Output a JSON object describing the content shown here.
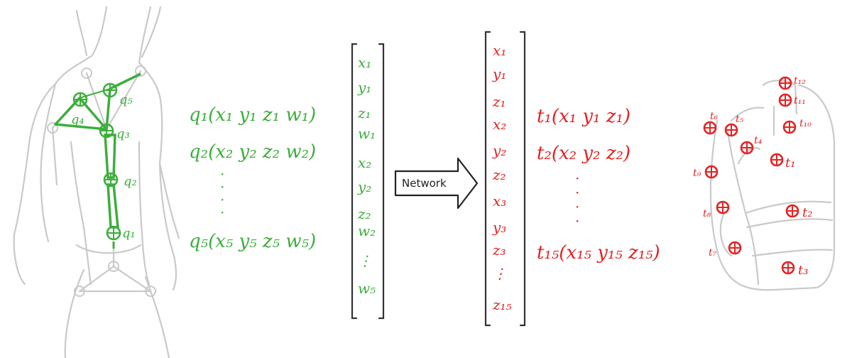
{
  "quaternions": {
    "q1": "q₁(x₁ y₁ z₁ w₁)",
    "q2": "q₂(x₂ y₂ z₂ w₂)",
    "q5": "q₅(x₅ y₅ z₅ w₅)",
    "dots": "·"
  },
  "input_vector": [
    "x₁",
    "y₁",
    "z₁",
    "w₁",
    "x₂",
    "y₂",
    "z₂",
    "w₂",
    "⋮",
    "w₅"
  ],
  "network_label": "Network",
  "output_vector": [
    "x₁",
    "y₁",
    "z₁",
    "x₂",
    "y₂",
    "z₂",
    "x₃",
    "y₃",
    "z₃",
    "⋮",
    "z₁₅"
  ],
  "translations": {
    "t1": "t₁(x₁ y₁ z₁)",
    "t2": "t₂(x₂ y₂ z₂)",
    "t15": "t₁₅(x₁₅ y₁₅ z₁₅)"
  },
  "body_joint_labels": {
    "q1": "q₁",
    "q2": "q₂",
    "q3": "q₃",
    "q4": "q₄",
    "q5": "q₅"
  },
  "backpack_point_labels": {
    "t1": "t₁",
    "t2": "t₂",
    "t3": "t₃",
    "t4": "t₄",
    "t5": "t₅",
    "t6": "t₆",
    "t7": "t₇",
    "t8": "t₈",
    "t9": "t₉",
    "t10": "t₁₀",
    "t11": "t₁₁",
    "t12": "t₁₂"
  },
  "colors": {
    "input": "#3cae3c",
    "output": "#e32323",
    "sketch": "#c9c9c9"
  }
}
